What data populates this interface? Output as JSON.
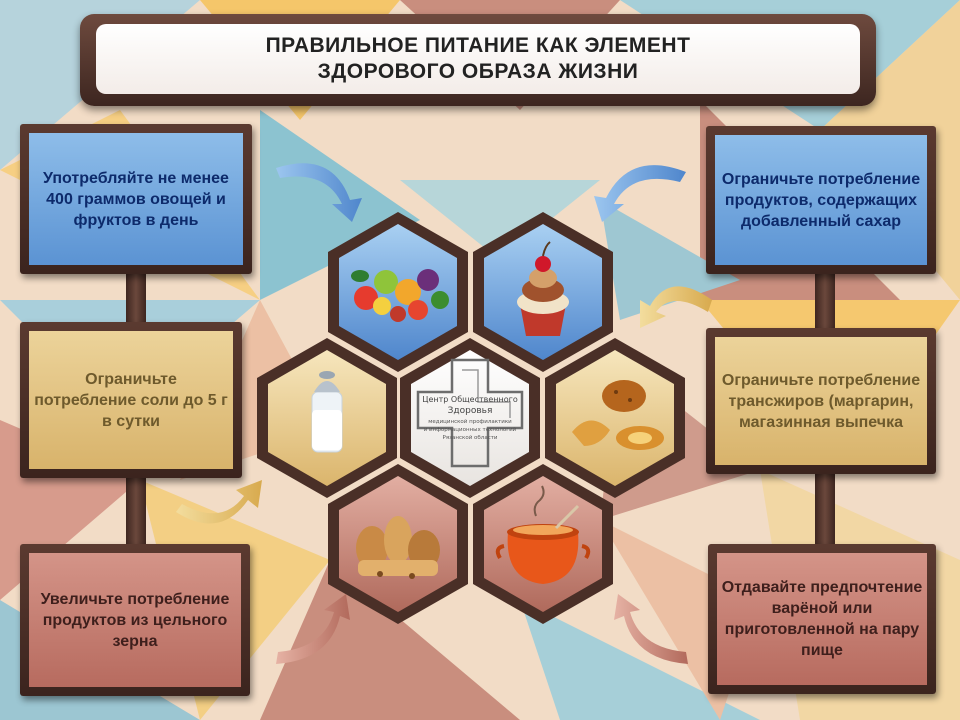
{
  "title": {
    "line1": "ПРАВИЛЬНОЕ ПИТАНИЕ КАК ЭЛЕМЕНТ",
    "line2": "ЗДОРОВОГО ОБРАЗА ЖИЗНИ"
  },
  "boxes": {
    "vegetables": "Употребляйте не менее 400 граммов овощей и фруктов в день",
    "sugar": "Ограничьте потребление продуктов, содержащих добавленный сахар",
    "salt": "Ограничьте потребление соли до 5 г в сутки",
    "trans_fats": "Ограничьте потребление трансжиров (маргарин, магазинная выпечка",
    "whole_grain": "Увеличьте потребление продуктов из цельного зерна",
    "boiled": "Отдавайте предпочтение варёной или приготовленной на пару пище"
  },
  "logo": {
    "line1": "Центр Общественного",
    "line2": "Здоровья",
    "line3": "медицинской профилактики",
    "line4": "и информационных технологий",
    "line5": "Рязанской области"
  },
  "colors": {
    "blue": "#6ea4dd",
    "gold": "#e0c07e",
    "rose": "#c57d71",
    "frame": "#4a2f27"
  }
}
